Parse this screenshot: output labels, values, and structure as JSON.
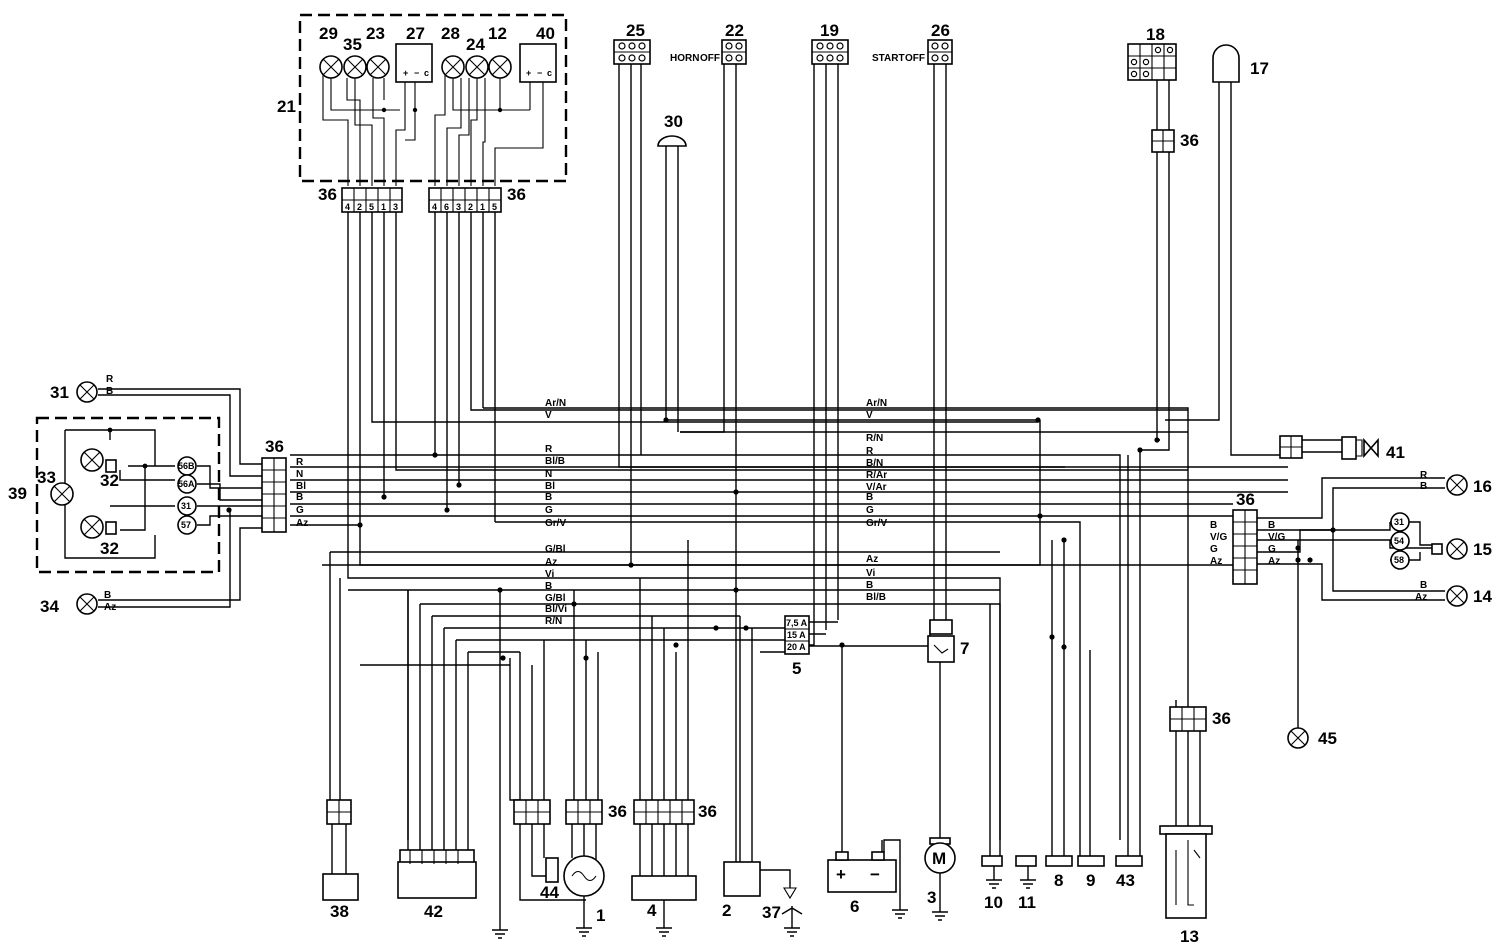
{
  "components": [
    {
      "num": "1"
    },
    {
      "num": "2"
    },
    {
      "num": "3"
    },
    {
      "num": "4"
    },
    {
      "num": "5"
    },
    {
      "num": "6"
    },
    {
      "num": "7"
    },
    {
      "num": "8"
    },
    {
      "num": "9"
    },
    {
      "num": "10"
    },
    {
      "num": "11"
    },
    {
      "num": "12"
    },
    {
      "num": "13"
    },
    {
      "num": "14"
    },
    {
      "num": "15"
    },
    {
      "num": "16"
    },
    {
      "num": "17"
    },
    {
      "num": "18"
    },
    {
      "num": "19"
    },
    {
      "num": "21"
    },
    {
      "num": "22"
    },
    {
      "num": "23"
    },
    {
      "num": "24"
    },
    {
      "num": "25"
    },
    {
      "num": "26"
    },
    {
      "num": "27"
    },
    {
      "num": "28"
    },
    {
      "num": "29"
    },
    {
      "num": "30"
    },
    {
      "num": "31"
    },
    {
      "num": "32"
    },
    {
      "num": "33"
    },
    {
      "num": "34"
    },
    {
      "num": "35"
    },
    {
      "num": "36"
    },
    {
      "num": "37"
    },
    {
      "num": "38"
    },
    {
      "num": "39"
    },
    {
      "num": "40"
    },
    {
      "num": "41"
    },
    {
      "num": "42"
    },
    {
      "num": "43"
    },
    {
      "num": "44"
    },
    {
      "num": "45"
    }
  ],
  "switch_labels": {
    "horn": "HORN",
    "off": "OFF",
    "start": "START"
  },
  "connector_pins": {
    "left": [
      "4",
      "2",
      "5",
      "1",
      "3"
    ],
    "right": [
      "4",
      "6",
      "3",
      "2",
      "1",
      "5"
    ]
  },
  "bulb_pins": [
    "56B",
    "56A",
    "31",
    "57"
  ],
  "tail_pins": [
    "31",
    "54",
    "58"
  ],
  "fuses": [
    "7,5 A",
    "15 A",
    "20 A"
  ],
  "wire_colors": {
    "main_bus": [
      "Ar/N",
      "V",
      "R/N",
      "R",
      "B/N",
      "R/Ar",
      "V/Ar",
      "B",
      "G",
      "Gr/V",
      "Az",
      "Vi",
      "B",
      "Bl/B"
    ],
    "left_bus": [
      "R",
      "Bl/B",
      "N",
      "Bl",
      "B",
      "G",
      "Gr/V"
    ],
    "lower_bus": [
      "G/Bl",
      "Az",
      "Vi",
      "B",
      "G/Bl",
      "Bl/Vi",
      "R/N"
    ],
    "front_harness": [
      "R",
      "N",
      "Bl",
      "B",
      "G",
      "Az"
    ],
    "rear_harness": [
      "R",
      "B",
      "V/G",
      "G",
      "Az"
    ],
    "harness_inputs": [
      "B",
      "V/G",
      "G",
      "Az"
    ]
  },
  "terminals": {
    "plus": "+",
    "minus": "−",
    "c": "c",
    "motor": "M"
  }
}
